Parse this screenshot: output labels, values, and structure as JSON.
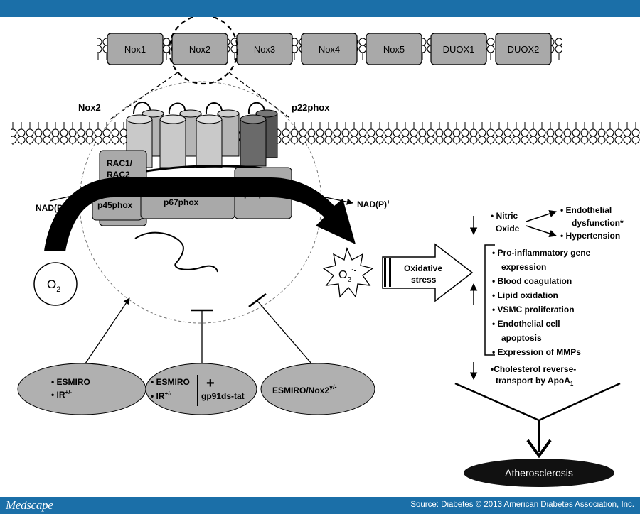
{
  "nox_family": [
    "Nox1",
    "Nox2",
    "Nox3",
    "Nox4",
    "Nox5",
    "DUOX1",
    "DUOX2"
  ],
  "labels": {
    "nox2": "Nox2",
    "p22phox": "p22phox",
    "rac": [
      "RAC1/",
      "RAC2"
    ],
    "p45phox": "p45phox",
    "p67phox": "p67phox",
    "p47phox": "p47phox",
    "nadph": "NAD(P)H",
    "nadp_plus": "NAD(P)",
    "plus_sup": "+",
    "o2": "O",
    "o2_sub": "2",
    "superoxide": "O",
    "superoxide_sub": "2",
    "superoxide_sup": "·-",
    "oxidative_stress": [
      "Oxidative",
      "stress"
    ],
    "atherosclerosis": "Atherosclerosis"
  },
  "nitric_oxide": {
    "label": [
      "• Nitric",
      "Oxide"
    ],
    "effects": [
      "• Endothelial",
      "dysfunction*",
      "• Hypertension"
    ]
  },
  "increased_effects": [
    "• Pro-inflammatory gene",
    "expression",
    "• Blood coagulation",
    "• Lipid oxidation",
    "• VSMC proliferation",
    "• Endothelial cell",
    "apoptosis",
    "• Expression of MMPs"
  ],
  "cholesterol": [
    "•Cholesterol reverse-",
    "transport by ApoA"
  ],
  "cholesterol_sub": "1",
  "models": {
    "left": {
      "line1": "• ESMIRO",
      "line2": "• IR",
      "sup": "+/-"
    },
    "middle": {
      "line1": "• ESMIRO",
      "line2": "• IR",
      "sup": "+/-",
      "plus": "+",
      "drug": "gp91ds-tat"
    },
    "right": {
      "text": "ESMIRO/Nox2",
      "sup": "y/-"
    }
  },
  "footer": {
    "logo": "Medscape",
    "source": "Source: Diabetes © 2013 American Diabetes Association, Inc."
  },
  "colors": {
    "header_bar": "#1b6fa8",
    "protein_fill": "#a9a9a9",
    "dark_subunit": "#666666",
    "atherosclerosis_fill": "#111111"
  }
}
